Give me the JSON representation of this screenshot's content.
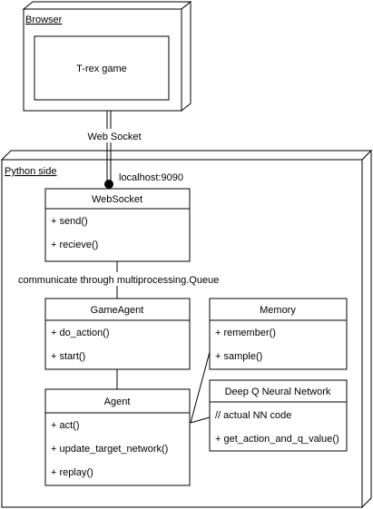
{
  "browser_node": {
    "title": "Browser",
    "inner_label": "T-rex game"
  },
  "python_node": {
    "title": "Python side"
  },
  "connection_label": "Web Socket",
  "port_label": "localhost:9090",
  "queue_label": "communicate through multiprocessing.Queue",
  "classes": {
    "websocket": {
      "name": "WebSocket",
      "methods": [
        "+ send()",
        "+ recieve()"
      ]
    },
    "game_agent": {
      "name": "GameAgent",
      "methods": [
        "+ do_action()",
        "+ start()"
      ]
    },
    "memory": {
      "name": "Memory",
      "methods": [
        "+ remember()",
        "+ sample()"
      ]
    },
    "agent": {
      "name": "Agent",
      "methods": [
        "+ act()",
        "+ update_target_network()",
        "+ replay()"
      ]
    },
    "dqn": {
      "name": "Deep Q Neural Network",
      "methods": [
        "// actual NN code",
        "+ get_action_and_q_value()"
      ]
    }
  }
}
